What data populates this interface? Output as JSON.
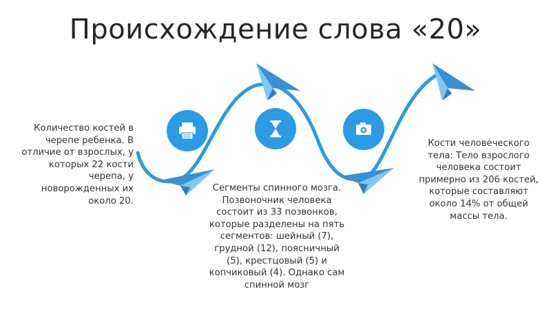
{
  "title": "Происхождение слова «20»",
  "colors": {
    "accent": "#2a9be4",
    "plane_dark": "#3b8fd6",
    "plane_light": "#7fc7f2",
    "text": "#333333"
  },
  "icons": [
    "printer-icon",
    "hourglass-icon",
    "camera-icon"
  ],
  "blocks": [
    {
      "text": "Количество костей в черепе ребенка. В отличие от взрослых, у которых 22 кости черепа, у новорожденных их около 20."
    },
    {
      "text": "Сегменты спинного мозга. Позвоночник человека состоит из 33 позвонков, которые разделены на пять сегментов: шейный (7), грудной (12), поясничный (5), крестцовый (5) и копчиковый (4). Однако сам спинной мозг"
    },
    {
      "text": "Кости человеческого тела: Тело взрослого человека состоит примерно из 206 костей, которые составляют около 14% от общей массы тела."
    }
  ]
}
